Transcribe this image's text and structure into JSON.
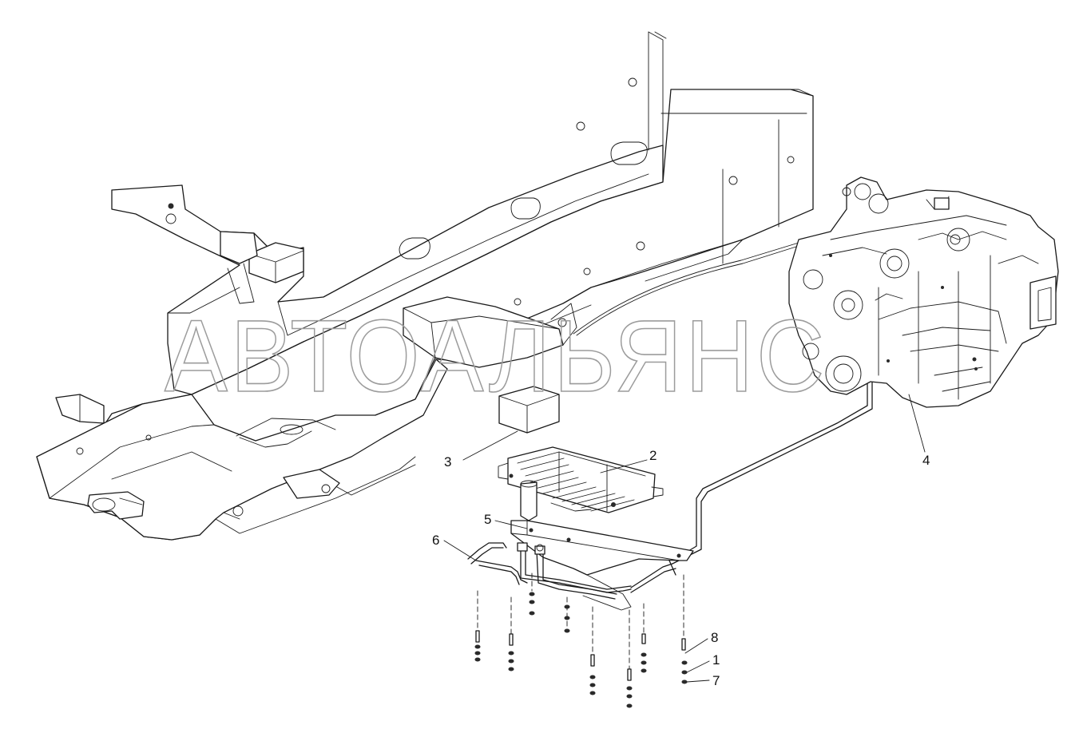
{
  "diagram": {
    "watermark": "АВТОАЛЬЯНС",
    "callouts": {
      "c1": "1",
      "c2": "2",
      "c3": "3",
      "c4": "4",
      "c5": "5",
      "c6": "6",
      "c7": "7",
      "c8": "8"
    },
    "line_color": "#1a1a1a",
    "watermark_color": "#9c9c9c"
  }
}
